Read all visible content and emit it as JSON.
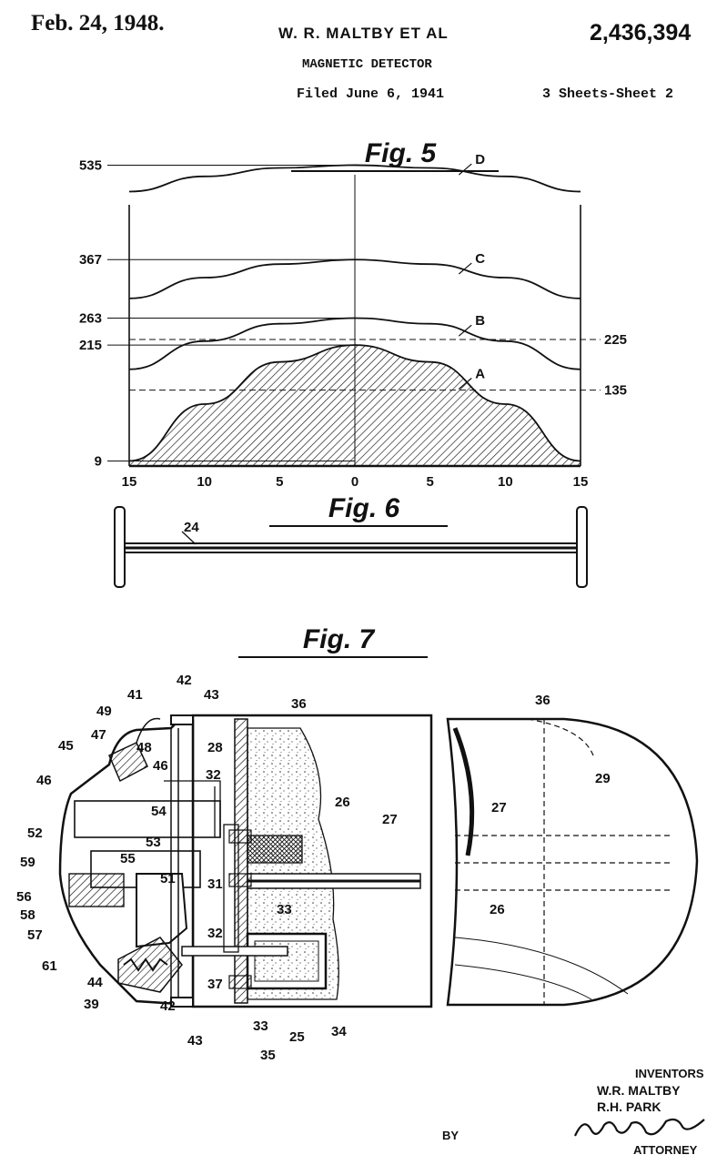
{
  "header": {
    "date": "Feb. 24, 1948.",
    "inventors_line": "W. R. MALTBY ET AL",
    "patent_number": "2,436,394",
    "title": "MAGNETIC DETECTOR",
    "filed": "Filed June 6, 1941",
    "sheets": "3 Sheets-Sheet 2"
  },
  "figures": {
    "fig5": "Fig. 5",
    "fig6": "Fig. 6",
    "fig7": "Fig. 7"
  },
  "chart_data": {
    "type": "line",
    "title": "",
    "xlabel": "",
    "ylabel": "",
    "x_ticks": [
      "15",
      "10",
      "5",
      "0",
      "5",
      "10",
      "15"
    ],
    "x": [
      -15,
      -10,
      -5,
      0,
      5,
      10,
      15
    ],
    "xlim": [
      -15,
      15
    ],
    "ylim": [
      0,
      560
    ],
    "left_ticks": [
      "535",
      "367",
      "263",
      "215",
      "9"
    ],
    "left_tick_values": [
      535,
      367,
      263,
      215,
      9
    ],
    "right_ticks": [
      "225",
      "135"
    ],
    "right_tick_values": [
      225,
      135
    ],
    "grid": false,
    "series": [
      {
        "name": "A",
        "values": [
          9,
          110,
          185,
          215,
          185,
          110,
          9
        ],
        "shaded": true
      },
      {
        "name": "B",
        "values": [
          172,
          222,
          253,
          263,
          253,
          222,
          172
        ]
      },
      {
        "name": "C",
        "values": [
          298,
          335,
          359,
          367,
          359,
          335,
          298
        ]
      },
      {
        "name": "D",
        "values": [
          488,
          515,
          530,
          535,
          530,
          515,
          488
        ]
      }
    ]
  },
  "fig6": {
    "labels": [
      "24"
    ]
  },
  "fig7": {
    "labels": [
      "41",
      "42",
      "43",
      "36",
      "36",
      "49",
      "47",
      "48",
      "28",
      "29",
      "45",
      "46",
      "46",
      "32",
      "54",
      "52",
      "53",
      "26",
      "27",
      "27",
      "59",
      "55",
      "51",
      "31",
      "56",
      "58",
      "32",
      "33",
      "26",
      "57",
      "61",
      "44",
      "39",
      "37",
      "42",
      "43",
      "33",
      "25",
      "34",
      "35"
    ]
  },
  "footer": {
    "inventors_heading": "INVENTORS",
    "inventor_1": "W.R. MALTBY",
    "inventor_2": "R.H. PARK",
    "by": "BY",
    "attorney": "ATTORNEY"
  }
}
